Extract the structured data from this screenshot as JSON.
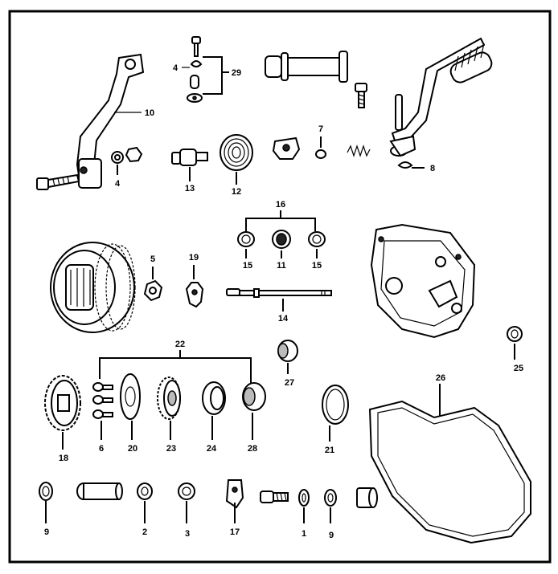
{
  "labels": {
    "l1": "1",
    "l2": "2",
    "l3": "3",
    "l4a": "4",
    "l4b": "4",
    "l5": "5",
    "l6": "6",
    "l7": "7",
    "l8": "8",
    "l9a": "9",
    "l9b": "9",
    "l10": "10",
    "l11": "11",
    "l12": "12",
    "l13": "13",
    "l14": "14",
    "l15a": "15",
    "l15b": "15",
    "l16": "16",
    "l17": "17",
    "l18": "18",
    "l19": "19",
    "l20": "20",
    "l21": "21",
    "l22": "22",
    "l23": "23",
    "l24": "24",
    "l25": "25",
    "l26": "26",
    "l27": "27",
    "l28": "28",
    "l29": "29"
  }
}
